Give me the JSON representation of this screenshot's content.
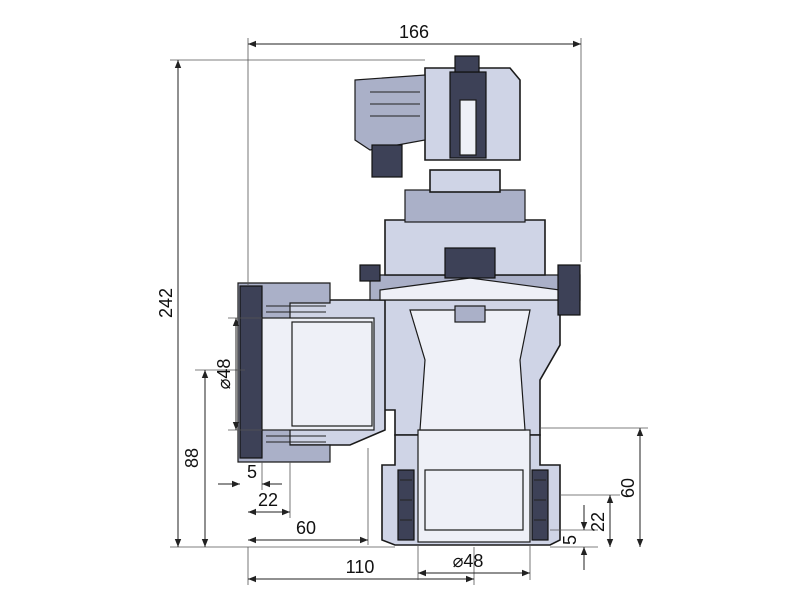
{
  "dimensions": {
    "overall_width": "166",
    "overall_height": "242",
    "inlet_height": "88",
    "inlet_diameter": "⌀48",
    "outlet_diameter": "⌀48",
    "inlet_offset": "5",
    "inlet_thread_length": "22",
    "inlet_length": "60",
    "outlet_offset": "110",
    "outlet_height": "60",
    "outlet_thread_length": "22",
    "outlet_gap": "5"
  },
  "colors": {
    "body": "#cfd4e6",
    "shadow": "#3d4157",
    "line": "#1a1a1a"
  }
}
